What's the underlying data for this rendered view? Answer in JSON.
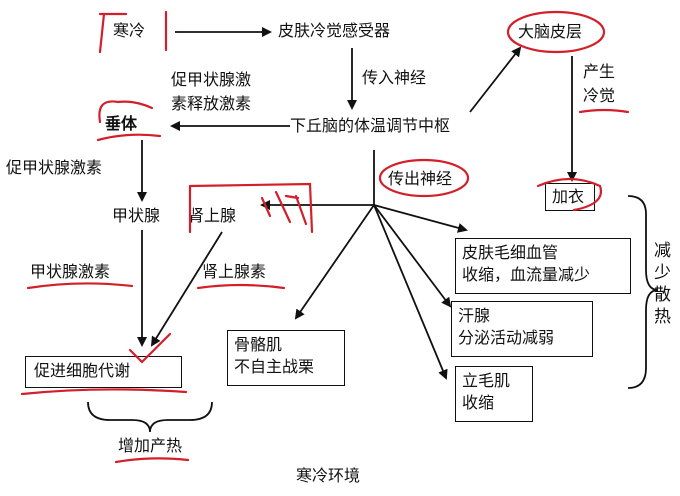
{
  "diagram": {
    "cold": "寒冷",
    "skin_receptor": "皮肤冷觉感受器",
    "afferent": "传入神经",
    "hypothalamus": "下丘脑的体温调节中枢",
    "trh": "促甲状腺激素释放激素",
    "trh_line1": "促甲状腺激",
    "trh_line2": "素释放激素",
    "pituitary": "垂体",
    "tsh": "促甲状腺激素",
    "thyroid": "甲状腺",
    "adrenal": "肾上腺",
    "thyroxine": "甲状腺激素",
    "adrenaline": "肾上腺素",
    "metabolism": "促进细胞代谢",
    "increase_heat": "增加产热",
    "efferent": "传出神经",
    "cortex": "大脑皮层",
    "produce": "产生",
    "cold_feeling": "冷觉",
    "add_clothes": "加衣",
    "skin_vessels_line1": "皮肤毛细血管",
    "skin_vessels_line2": "收缩，血流量减少",
    "sweat_line1": "汗腺",
    "sweat_line2": "分泌活动减弱",
    "piloerector_line1": "立毛肌",
    "piloerector_line2": "收缩",
    "skeletal_line1": "骨骼肌",
    "skeletal_line2": "不自主战栗",
    "reduce_heat_loss": "减少散热",
    "footer": "寒冷环境"
  },
  "colors": {
    "ink": "#111111",
    "annotation": "#d21f2a"
  }
}
